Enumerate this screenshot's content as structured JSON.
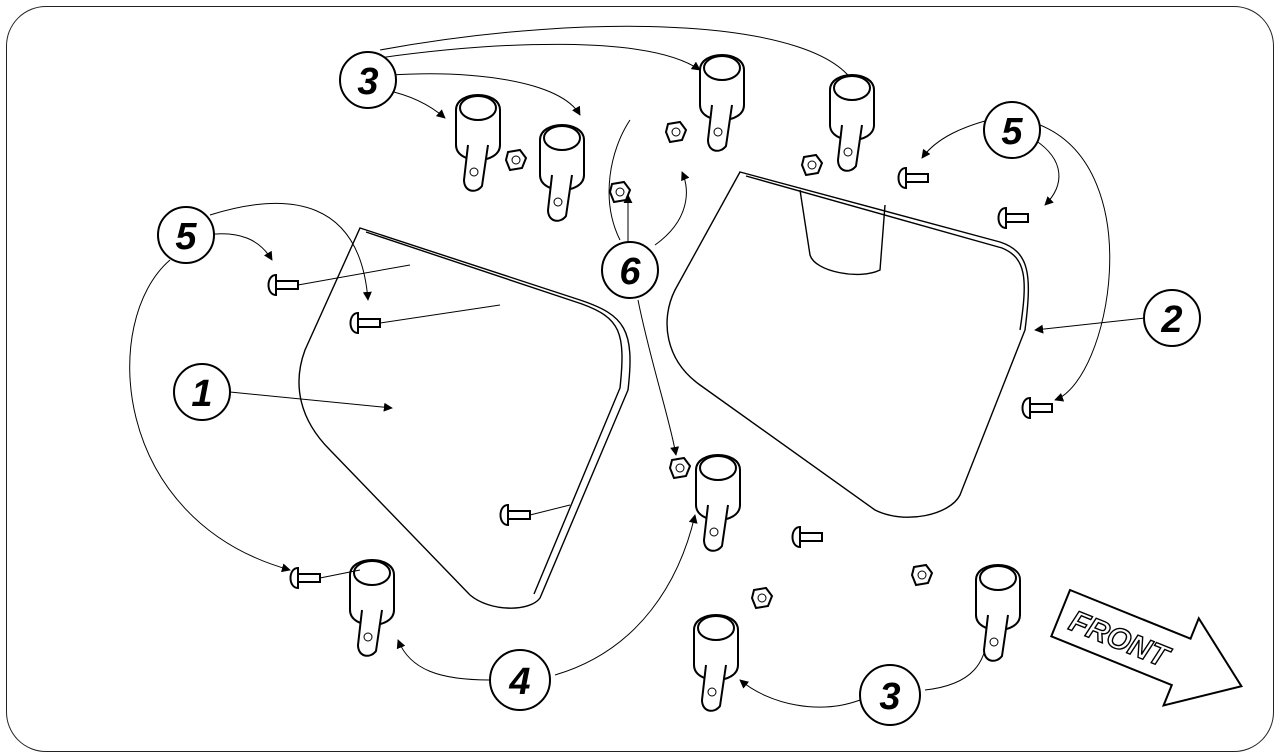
{
  "callouts": {
    "c1": "1",
    "c2": "2",
    "c3_top": "3",
    "c3_bottom": "3",
    "c4": "4",
    "c5_left": "5",
    "c5_right": "5",
    "c6": "6"
  },
  "front_label": "FRONT",
  "colors": {
    "line": "#000000",
    "background": "#ffffff"
  }
}
